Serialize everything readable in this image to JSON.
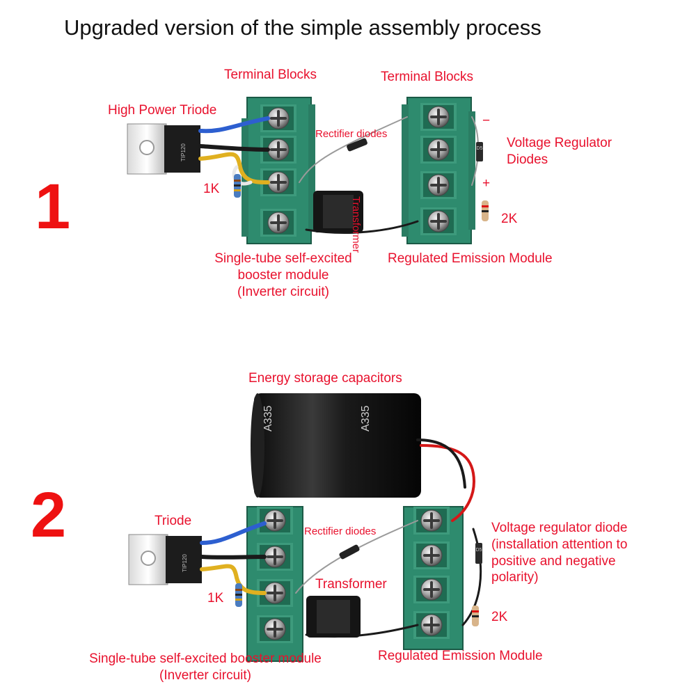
{
  "title": "Upgraded version of the simple assembly process",
  "steps": [
    {
      "number": "1",
      "labels": {
        "terminal_left": "Terminal Blocks",
        "terminal_right": "Terminal Blocks",
        "triode": "High Power Triode",
        "rectifier": "Rectifier diodes",
        "transformer": "Transformer",
        "regulator_line1": "Voltage Regulator",
        "regulator_line2": "Diodes",
        "minus": "−",
        "plus": "+",
        "resistor_1k": "1K",
        "resistor_2k": "2K",
        "booster_line1": "Single-tube self-excited",
        "booster_line2": "booster module",
        "booster_line3": "(Inverter circuit)",
        "emission": "Regulated Emission Module"
      },
      "markings": {
        "transistor": "TIP120",
        "diode": "D5"
      }
    },
    {
      "number": "2",
      "labels": {
        "capacitor": "Energy storage capacitors",
        "triode": "Triode",
        "rectifier": "Rectifier diodes",
        "transformer": "Transformer",
        "regulator_line1": "Voltage regulator diode",
        "regulator_line2": "(installation attention to",
        "regulator_line3": "positive and negative",
        "regulator_line4": "polarity)",
        "resistor_1k": "1K",
        "resistor_2k": "2K",
        "booster_line1": "Single-tube self-excited booster module",
        "booster_line2": "(Inverter circuit)",
        "emission": "Regulated Emission Module"
      },
      "markings": {
        "transistor": "TIP120",
        "capacitor": "A335",
        "diode": "D5"
      }
    }
  ],
  "colors": {
    "label_red": "#e8112d",
    "number_red": "#ee1111",
    "terminal_green": "#2e8b6e",
    "wire_blue": "#2d5fd0",
    "wire_yellow": "#e0b020",
    "wire_red": "#d41818",
    "wire_black": "#1a1a1a"
  }
}
